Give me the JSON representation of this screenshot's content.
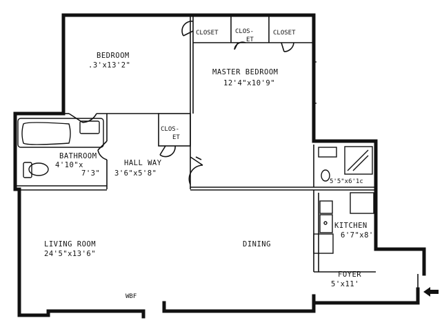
{
  "rooms": {
    "bedroom": {
      "name": "BEDROOM",
      "dims": ".3'x13'2\""
    },
    "master_bedroom": {
      "name": "MASTER BEDROOM",
      "dims": "12'4\"x10'9\""
    },
    "bathroom": {
      "name": "BATHROOM",
      "dims_1": "4'10\"x",
      "dims_2": "7'3\""
    },
    "hallway": {
      "name": "HALL WAY",
      "dims": "3'6\"x5'8\""
    },
    "bath2": {
      "dims": "5'5\"x6'1c"
    },
    "kitchen": {
      "name": "KITCHEN",
      "dims": "6'7\"x8'"
    },
    "living_room": {
      "name": "LIVING ROOM",
      "dims": "24'5\"x13'6\""
    },
    "dining": {
      "name": "DINING"
    },
    "foyer": {
      "name": "FOYER",
      "dims": "5'x11'"
    }
  },
  "closets": {
    "c1": "CLOSET",
    "c2_a": "CLOS-",
    "c2_b": "ET",
    "c3": "CLOSET",
    "hall_a": "CLOS-",
    "hall_b": "ET"
  },
  "misc": {
    "wbf": "WBF"
  },
  "icons": {
    "entry": "arrow-left-icon"
  }
}
